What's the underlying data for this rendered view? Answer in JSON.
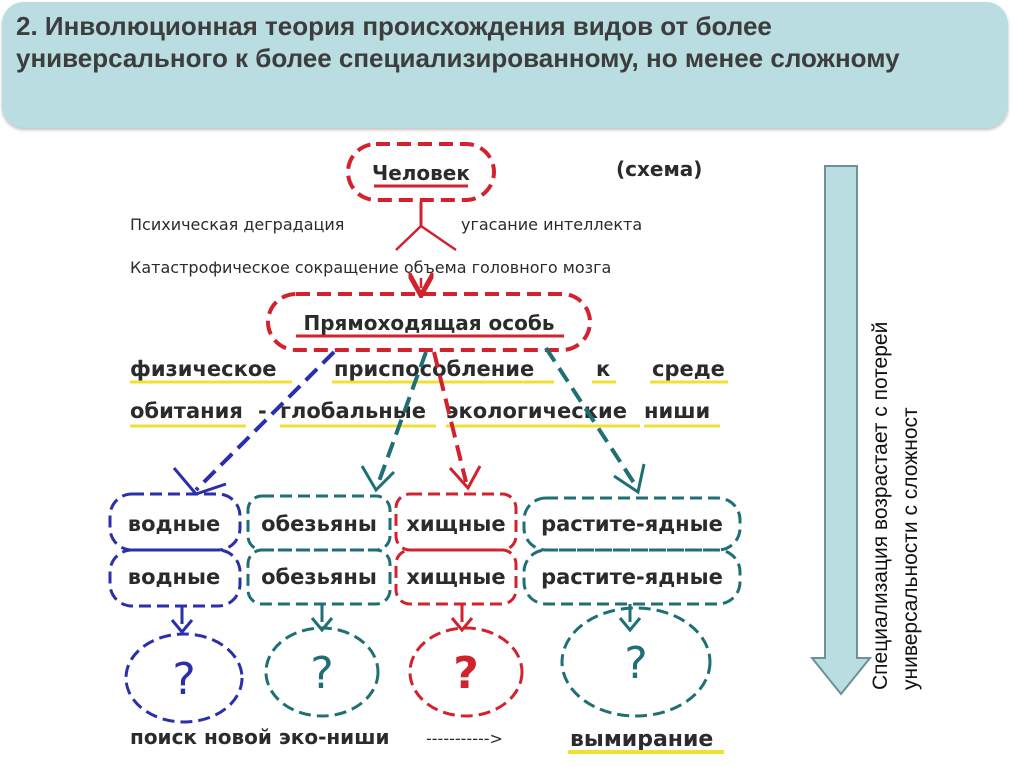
{
  "title": "2. Инволюционная теория происхождения видов от более универсального к более специализированному, но менее сложному",
  "scheme_label": "(схема)",
  "top_node": "Человек",
  "degradation_left": "Психическая деградация",
  "degradation_right": "угасание интеллекта",
  "brain_reduction": "Катастрофическое сокращение объема головного мозга",
  "middle_node": "Прямоходящая особь",
  "adaptation_line1": [
    "физическое",
    "приспособление",
    "к",
    "среде"
  ],
  "adaptation_line2": [
    "обитания",
    "-",
    "глобальные",
    "экологические",
    "ниши"
  ],
  "groups": [
    {
      "label": "водные",
      "color": "#2b2fa8"
    },
    {
      "label": "обезьяны",
      "color": "#1f6f74"
    },
    {
      "label": "хищные",
      "color": "#d2222e"
    },
    {
      "label": "растите-ядные",
      "color": "#1f6f74"
    }
  ],
  "question": "?",
  "bottom_left": "поиск новой эко-ниши",
  "bottom_arrow": "----------->",
  "bottom_right": "вымирание",
  "side_label_line1": "Специализация   возрастает с потерей",
  "side_label_line2": "универсальности с сложност",
  "colors": {
    "red": "#d2222e",
    "blue": "#2b2fa8",
    "teal": "#1f6f74",
    "yellow": "#f0e033",
    "arrow_fill": "#b9dde1"
  }
}
